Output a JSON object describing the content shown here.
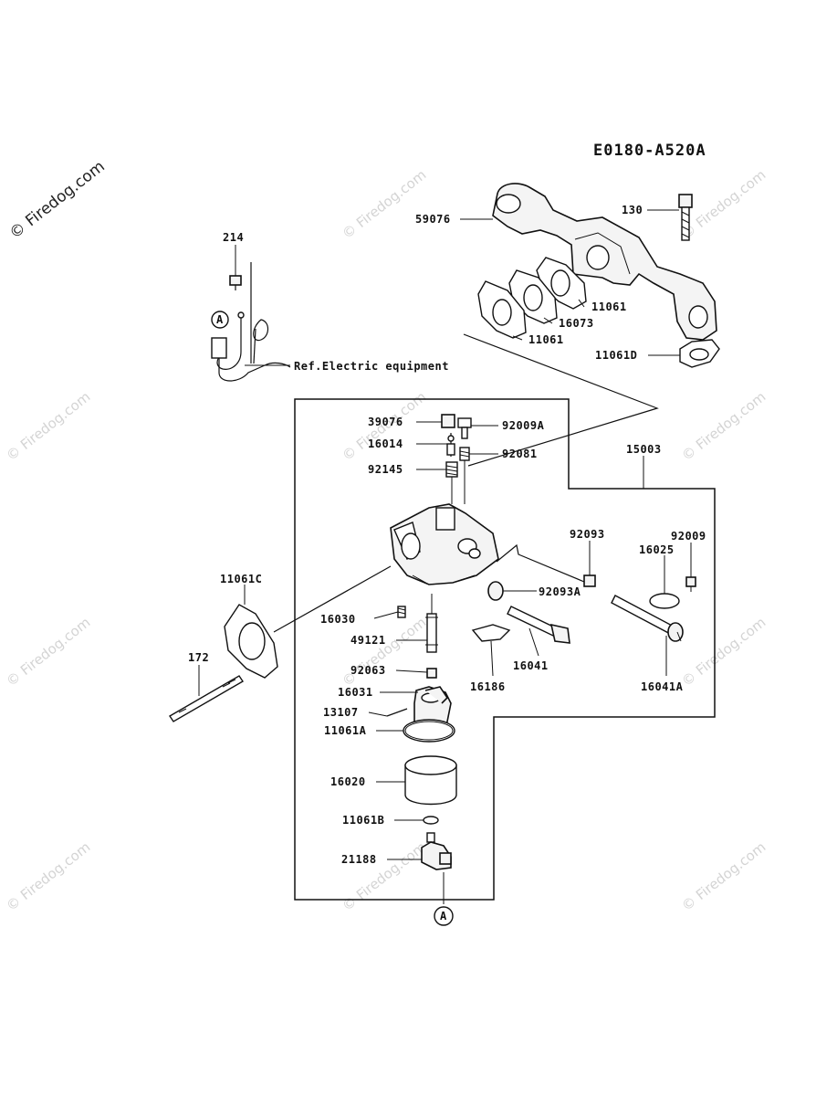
{
  "diagram_code": "E0180-A520A",
  "watermark": {
    "main": "© Firedog.com",
    "repeat": "© Firedog.com"
  },
  "reference_note": "Ref.Electric equipment",
  "callout_marker": "A",
  "parts": {
    "p214": "214",
    "p59076": "59076",
    "p130": "130",
    "p11061_a": "11061",
    "p16073": "16073",
    "p11061_b": "11061",
    "p11061D": "11061D",
    "p39076": "39076",
    "p92009A": "92009A",
    "p16014": "16014",
    "p92081": "92081",
    "p92145": "92145",
    "p15003": "15003",
    "p92093": "92093",
    "p92009": "92009",
    "p16025": "16025",
    "p11061C": "11061C",
    "p92093A": "92093A",
    "p16030": "16030",
    "p49121": "49121",
    "p16041": "16041",
    "p172": "172",
    "p92063": "92063",
    "p16186": "16186",
    "p16041A": "16041A",
    "p16031": "16031",
    "p13107": "13107",
    "p11061A": "11061A",
    "p16020": "16020",
    "p11061B": "11061B",
    "p21188": "21188"
  }
}
